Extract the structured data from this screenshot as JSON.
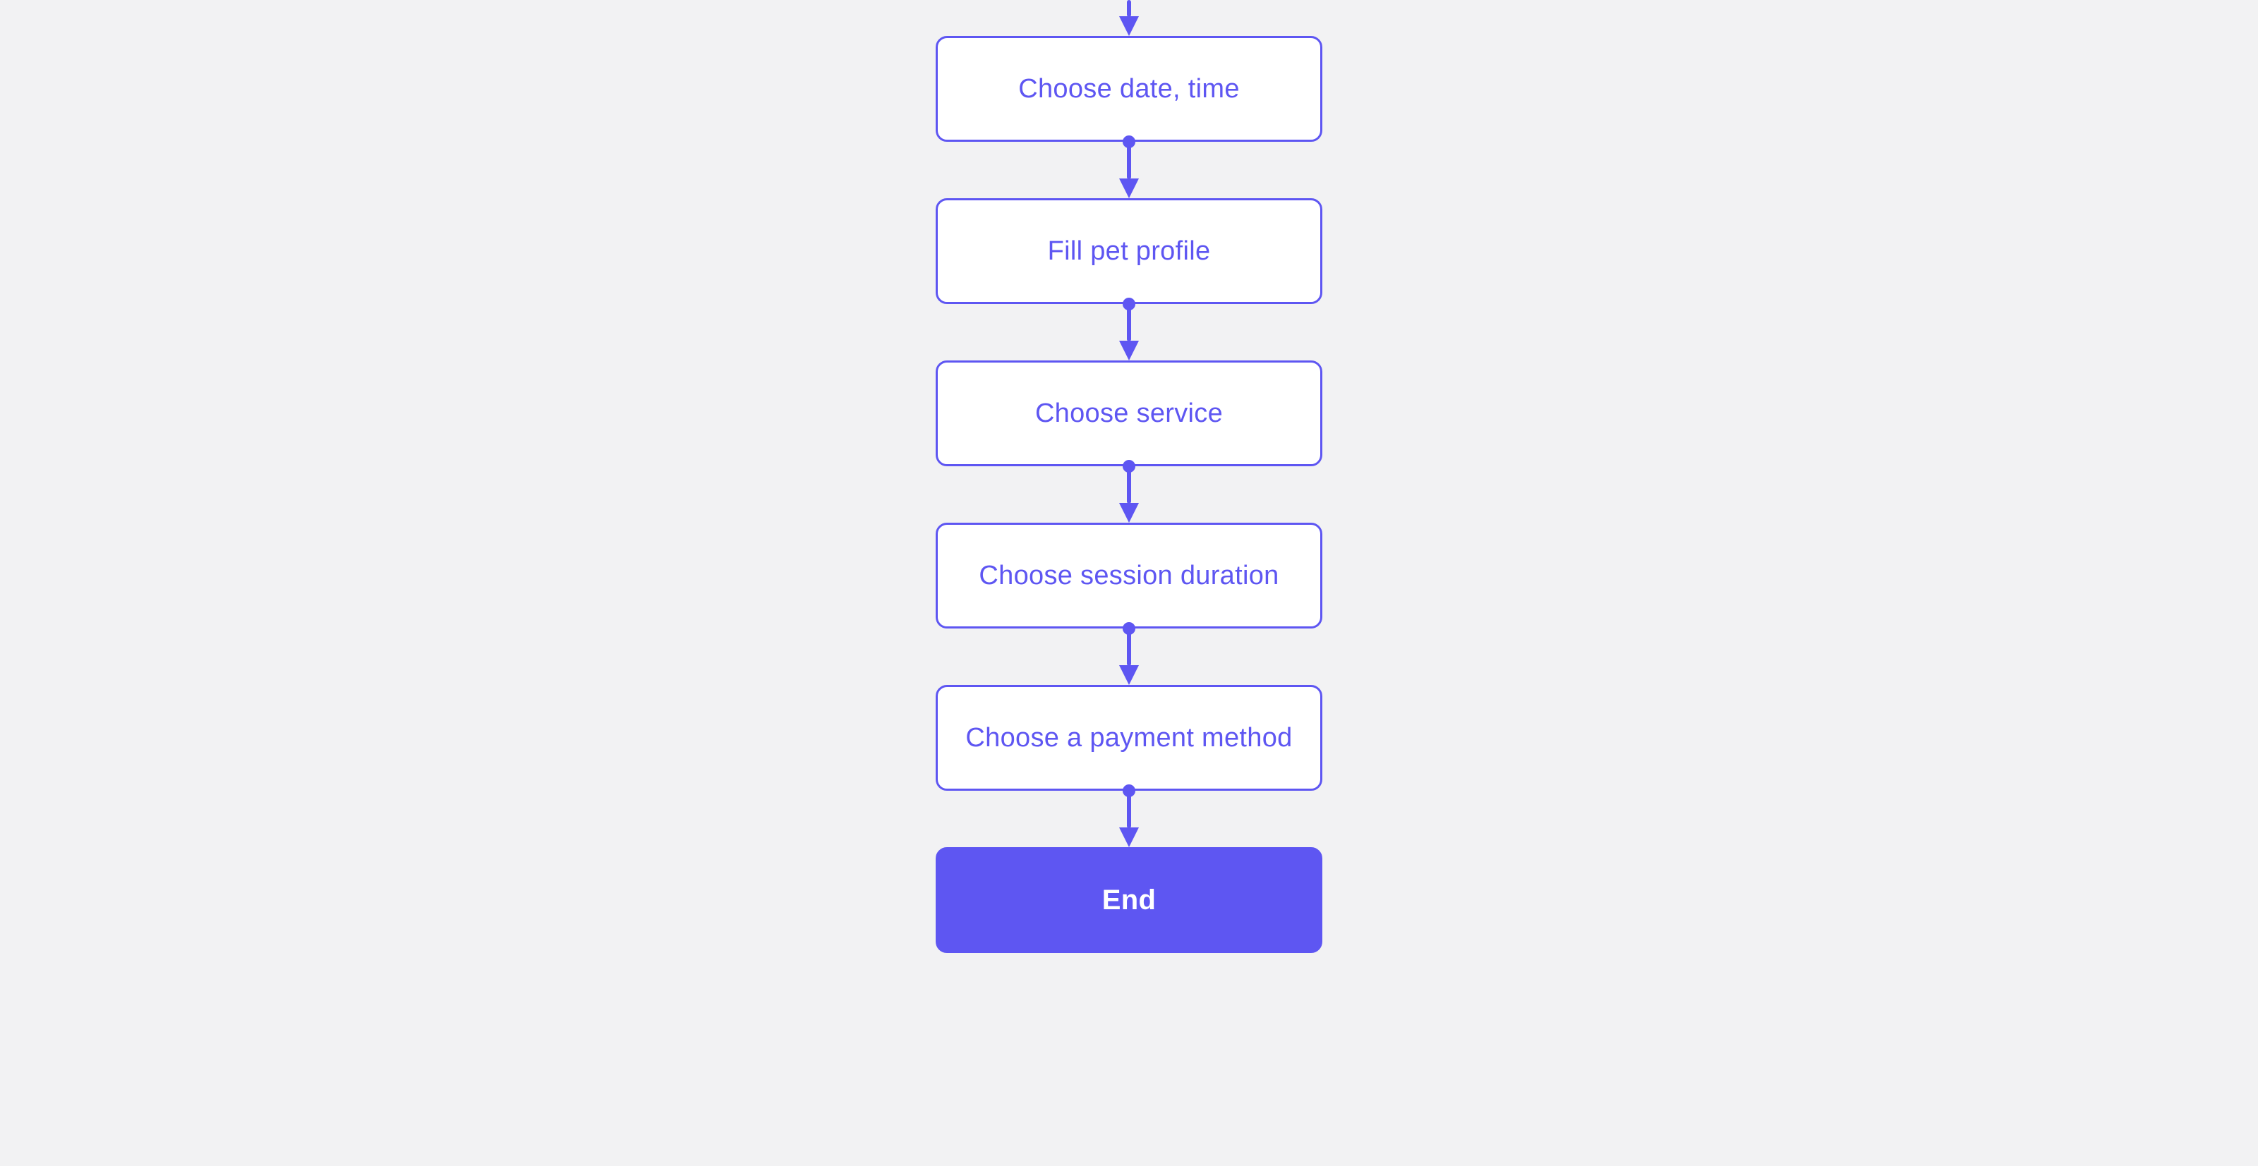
{
  "theme": {
    "background": "#f2f2f3",
    "accent": "#5e56f2",
    "node_fill": "#ffffff",
    "node_text": "#5e56f2",
    "end_fill": "#5e56f2",
    "end_text": "#ffffff"
  },
  "diagram": {
    "type": "flowchart",
    "direction": "down",
    "nodes": [
      {
        "id": "choose-date-time",
        "label": "Choose date, time",
        "kind": "step"
      },
      {
        "id": "fill-pet-profile",
        "label": "Fill pet profile",
        "kind": "step"
      },
      {
        "id": "choose-service",
        "label": "Choose service",
        "kind": "step"
      },
      {
        "id": "choose-session-duration",
        "label": "Choose session duration",
        "kind": "step"
      },
      {
        "id": "choose-a-payment-method",
        "label": "Choose a payment method",
        "kind": "step"
      },
      {
        "id": "end",
        "label": "End",
        "kind": "terminal"
      }
    ],
    "edges": [
      {
        "from": "offscreen-above",
        "to": "choose-date-time"
      },
      {
        "from": "choose-date-time",
        "to": "fill-pet-profile"
      },
      {
        "from": "fill-pet-profile",
        "to": "choose-service"
      },
      {
        "from": "choose-service",
        "to": "choose-session-duration"
      },
      {
        "from": "choose-session-duration",
        "to": "choose-a-payment-method"
      },
      {
        "from": "choose-a-payment-method",
        "to": "end"
      }
    ]
  }
}
